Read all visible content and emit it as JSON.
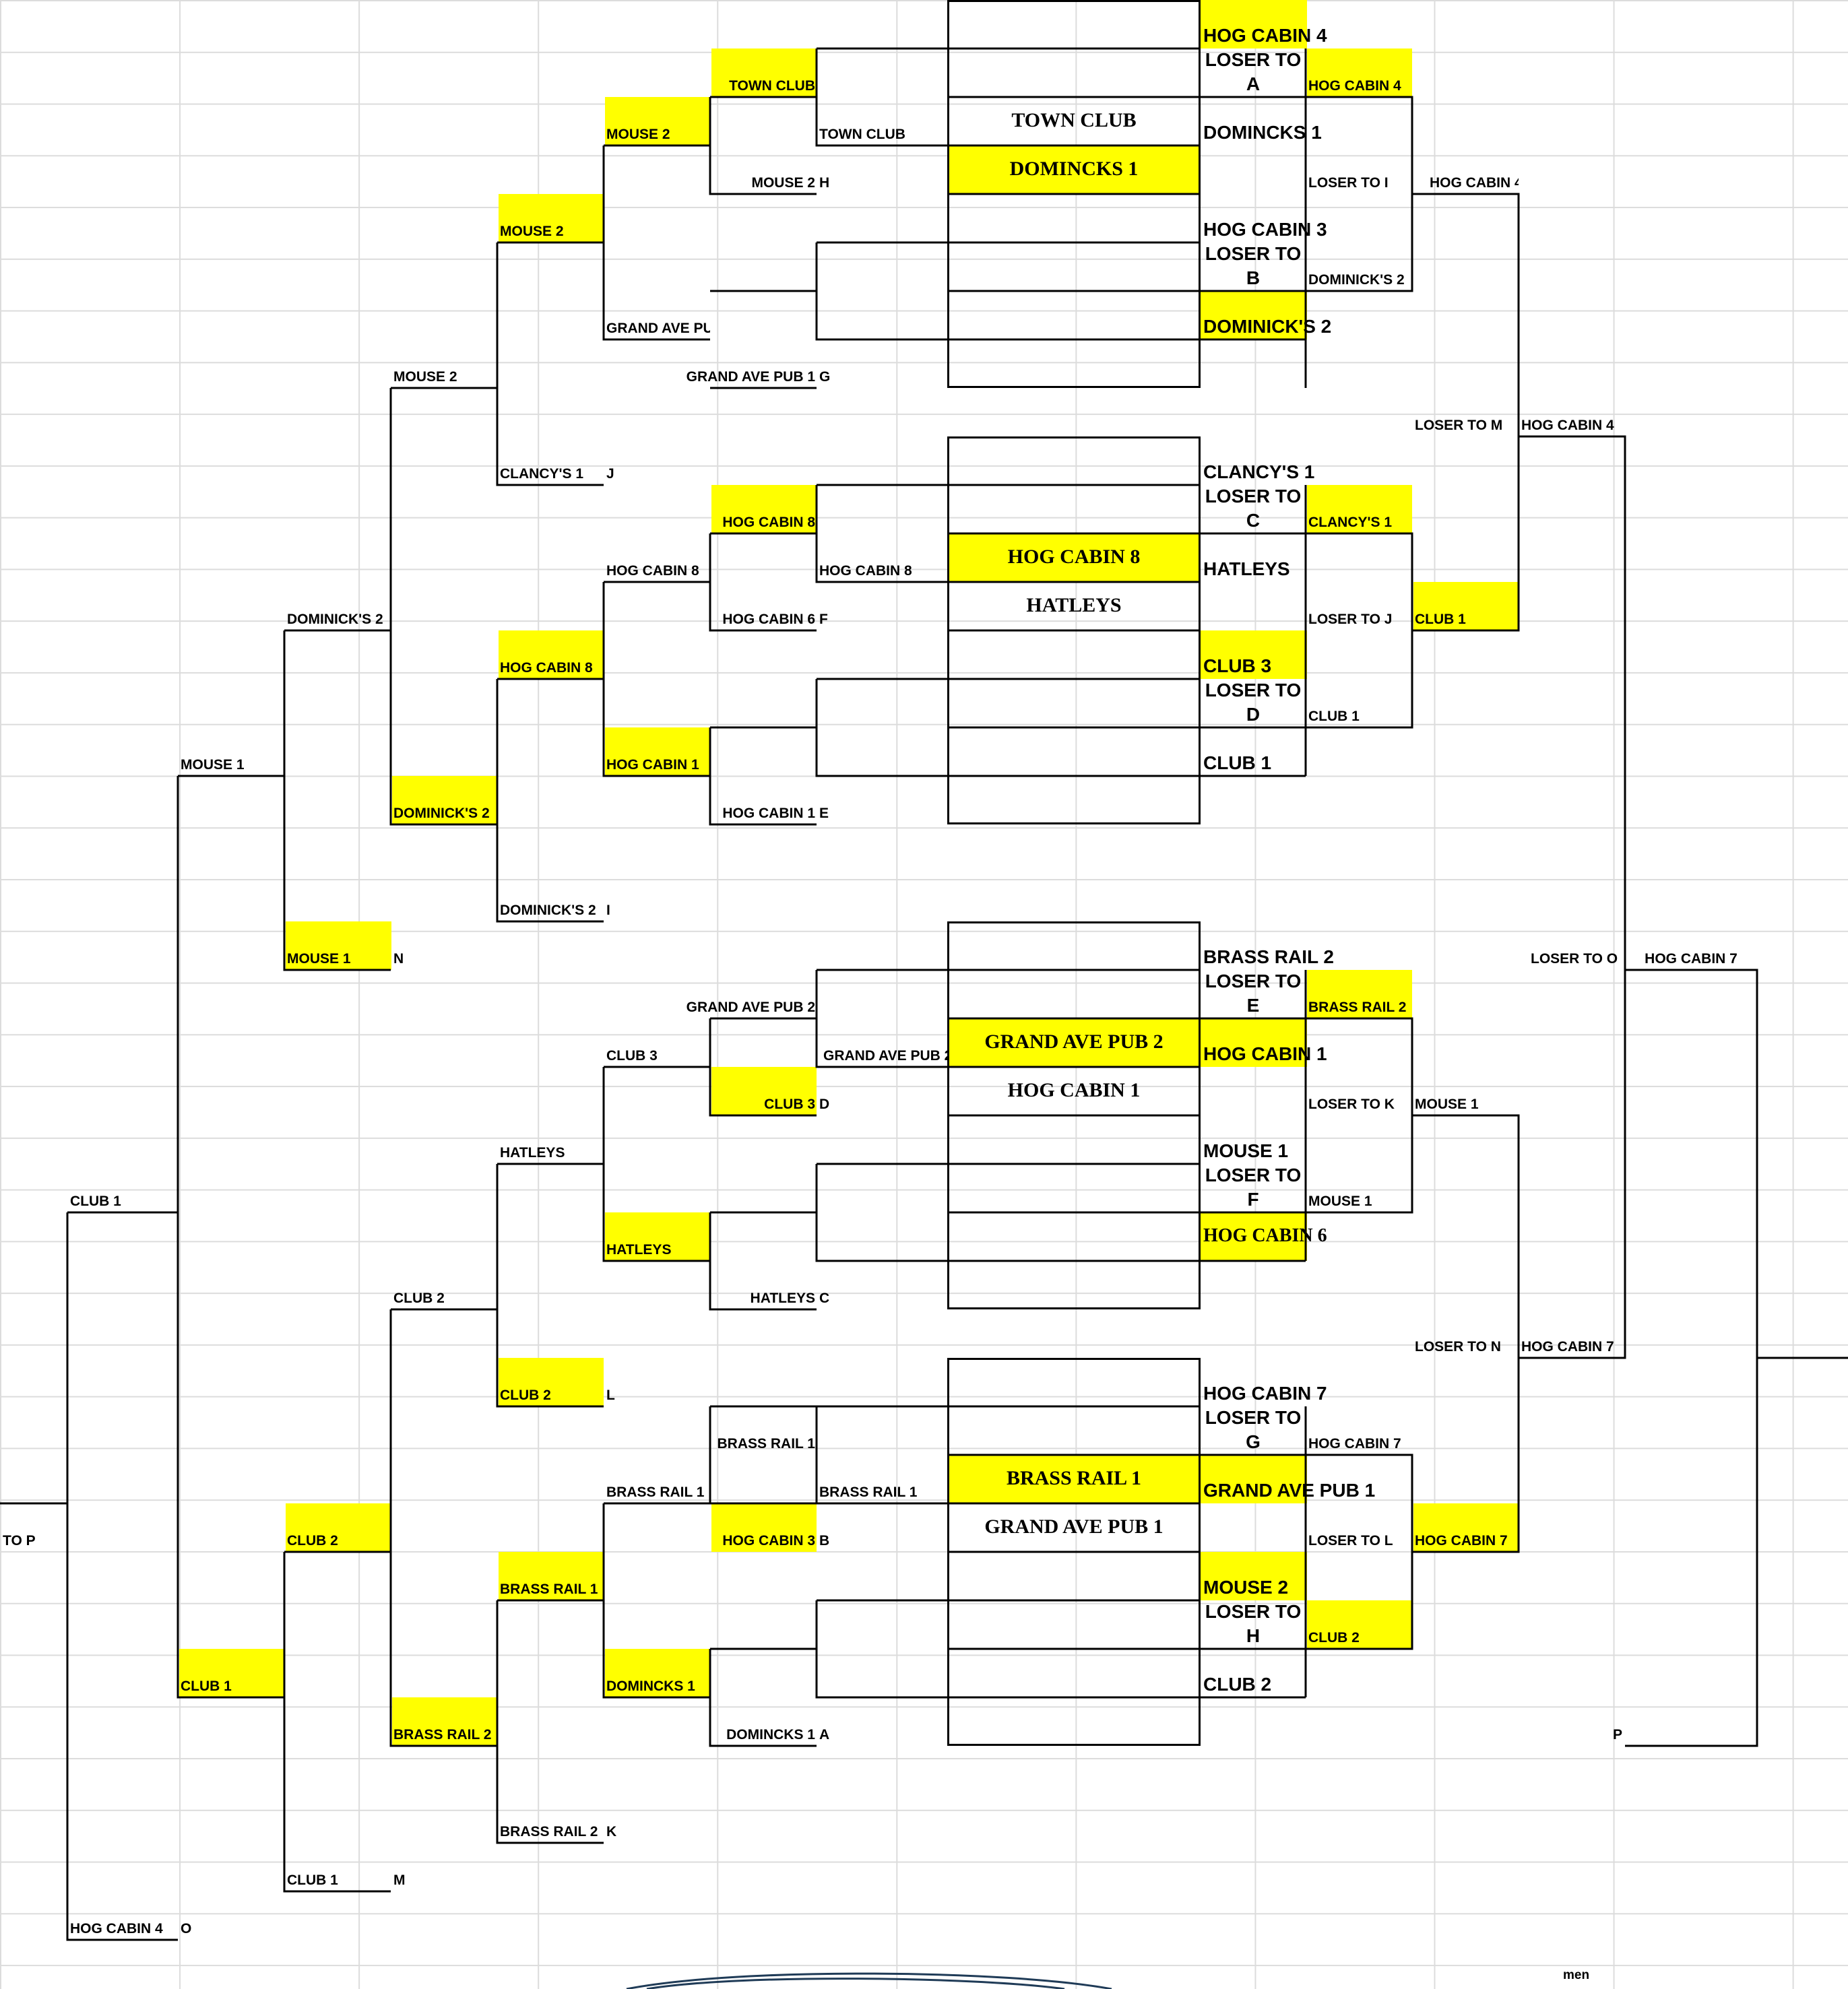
{
  "bracket": {
    "ws_r1": {
      "a": [
        "DOMINCKS 1",
        "A"
      ],
      "b": [
        "HOG CABIN 3",
        "B"
      ],
      "c": [
        "HATLEYS",
        "C"
      ],
      "d": [
        "CLUB 3",
        "D"
      ],
      "e": [
        "HOG CABIN 1",
        "E"
      ],
      "f": [
        "HOG CABIN 6",
        "F"
      ],
      "g": [
        "GRAND AVE PUB 1",
        "G"
      ],
      "h": [
        "MOUSE 2",
        "H"
      ],
      "town_club": "TOWN CLUB",
      "hog_cabin_8": "HOG CABIN 8",
      "grand_ave_pub_2": "GRAND AVE PUB 2",
      "brass_rail_1": "BRASS RAIL 1"
    },
    "ws_r1_right": {
      "town_club": "TOWN CLUB",
      "hog_cabin_8": "HOG CABIN 8",
      "grand_ave_pub_2": "GRAND AVE PUB 2",
      "brass_rail_1": "BRASS RAIL 1"
    },
    "ws_r2": {
      "mouse_2": "MOUSE 2",
      "grand_ave_pub_1": "GRAND AVE PUB 1",
      "hog_cabin_8": "HOG CABIN 8",
      "hog_cabin_1": "HOG CABIN 1",
      "club_3": "CLUB 3",
      "hatleys": "HATLEYS",
      "brass_rail_1": "BRASS RAIL 1",
      "domincks_1": "DOMINCKS 1"
    },
    "ws_r3": {
      "mouse_2": "MOUSE 2",
      "clancys_1": "CLANCY'S 1",
      "j": "J",
      "hog_cabin_8": "HOG CABIN 8",
      "dominicks_2": "DOMINICK'S 2",
      "i": "I",
      "hatleys": "HATLEYS",
      "club_2": "CLUB 2",
      "l": "L",
      "brass_rail_1": "BRASS RAIL 1",
      "brass_rail_2": "BRASS RAIL 2",
      "k": "K"
    },
    "ws_r4": {
      "mouse_2": "MOUSE 2",
      "dominicks_2": "DOMINICK'S 2",
      "club_2": "CLUB 2",
      "brass_rail_2": "BRASS RAIL 2"
    },
    "ws_r5": {
      "dominicks_2": "DOMINICK'S 2",
      "mouse_1": "MOUSE 1",
      "n": "N",
      "club_2": "CLUB 2",
      "club_1": "CLUB 1",
      "m": "M"
    },
    "ws_r6": {
      "mouse_1": "MOUSE 1",
      "club_1": "CLUB 1"
    },
    "ws_r7": {
      "club_1": "CLUB 1",
      "hog_cabin_4": "HOG CABIN 4",
      "o": "O",
      "to_p": "TO P"
    },
    "center_boxes": {
      "town_club": "TOWN CLUB",
      "domincks_1": "DOMINCKS 1",
      "hog_cabin_8": "HOG CABIN 8",
      "hatleys": "HATLEYS",
      "grand_ave_pub_2": "GRAND AVE PUB 2",
      "hog_cabin_1": "HOG CABIN 1",
      "brass_rail_1": "BRASS RAIL 1",
      "grand_ave_pub_1": "GRAND AVE PUB 1"
    },
    "loser_bracket": {
      "hog_cabin_4_top": "HOG CABIN 4",
      "loser_to": "LOSER TO",
      "a": "A",
      "b": "B",
      "c": "C",
      "d": "D",
      "e": "E",
      "f": "F",
      "g": "G",
      "h": "H",
      "domincks_1": "DOMINCKS 1",
      "hog_cabin_3": "HOG CABIN 3",
      "dominicks_2": "DOMINICK'S 2",
      "clancys_1": "CLANCY'S 1",
      "hatleys": "HATLEYS",
      "club_3": "CLUB 3",
      "club_1": "CLUB 1",
      "brass_rail_2": "BRASS RAIL 2",
      "hog_cabin_1": "HOG CABIN 1",
      "mouse_1": "MOUSE 1",
      "hog_cabin_6": "HOG CABIN 6",
      "hog_cabin_7": "HOG CABIN 7",
      "grand_ave_pub_1": "GRAND AVE PUB 1",
      "mouse_2": "MOUSE 2",
      "club_2": "CLUB 2"
    },
    "loser_r2": {
      "hog_cabin_4": "HOG CABIN 4",
      "loser_to_i": "LOSER TO I",
      "dominicks_2": "DOMINICK'S 2",
      "clancys_1": "CLANCY'S 1",
      "loser_to_j": "LOSER TO J",
      "club_1": "CLUB 1",
      "brass_rail_2": "BRASS RAIL 2",
      "loser_to_k": "LOSER TO K",
      "mouse_1": "MOUSE 1",
      "hog_cabin_7": "HOG CABIN 7",
      "loser_to_l": "LOSER TO L",
      "club_2": "CLUB 2"
    },
    "loser_r3": {
      "hog_cabin_4": "HOG CABIN 4",
      "loser_to_m": "LOSER TO M",
      "club_1": "CLUB 1",
      "mouse_1": "MOUSE 1",
      "loser_to_n": "LOSER TO N",
      "hog_cabin_7": "HOG CABIN 7"
    },
    "loser_r4": {
      "hog_cabin_4": "HOG CABIN 4",
      "loser_to_o": "LOSER TO O",
      "hog_cabin_7": "HOG CABIN 7",
      "p": "P"
    },
    "final": {
      "hog_cabin_7": "HOG CABIN 7"
    },
    "footer": {
      "men": "men"
    }
  },
  "colors": {
    "highlight": "#ffff00",
    "grid": "#dcdcdc",
    "line": "#000000",
    "scribble": "#1f3b57"
  }
}
